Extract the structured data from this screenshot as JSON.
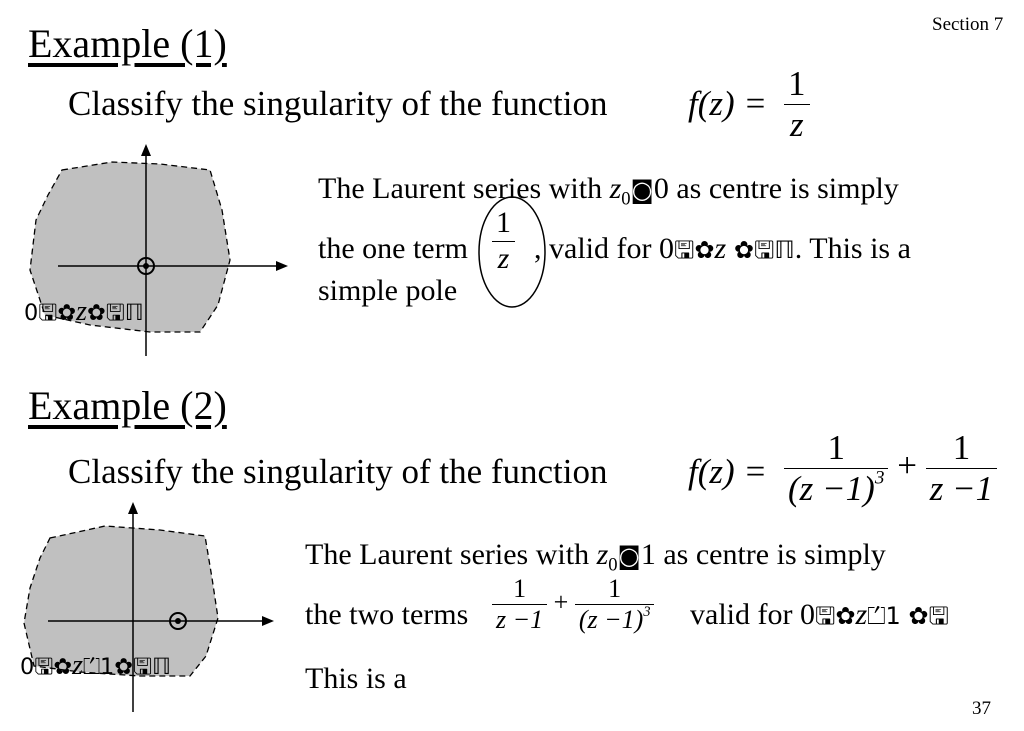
{
  "header": {
    "section": "Section 7"
  },
  "example1": {
    "title": "Example (1)",
    "prompt": "Classify the singularity of the function",
    "func_lhs": "f(z) =",
    "func_num": "1",
    "func_den": "z",
    "line1_a": "The Laurent series with ",
    "z0": "z",
    "z0_sub": "0",
    "glyph_eq": "◙",
    "line1_b": "0 as centre is simply",
    "line2_a": "the one term",
    "term_num": "1",
    "term_den": "z",
    "line2_b": ", valid for 0",
    "line2_glyphs": "🖫✿",
    "line2_z": "z",
    "line2_glyphs2": " ✿🖫ℿ",
    "line2_c": ".  This is a",
    "line3": "simple pole",
    "region_label_a": "0🖫✿",
    "region_label_z": "z",
    "region_label_b": "✿🖫ℿ"
  },
  "example2": {
    "title": "Example (2)",
    "prompt": "Classify the singularity of the function",
    "func_lhs": "f(z) =",
    "func_num1": "1",
    "func_den1": "(z −1)",
    "func_den1_exp": "3",
    "plus": "+",
    "func_num2": "1",
    "func_den2": "z −1",
    "line1_a": "The Laurent series with ",
    "z0": "z",
    "z0_sub": "0",
    "glyph_eq": "◙",
    "line1_b": "1 as centre is simply",
    "line2_a": "the two terms",
    "term1_num": "1",
    "term1_den": "z −1",
    "term2_num": "1",
    "term2_den": "(z −1)",
    "term2_exp": "3",
    "line2_b": "valid for 0",
    "line2_glyphs": "🖫✿",
    "line2_z": "z",
    "line2_glyphs2": "⏍1 ✿🖫",
    "line3": "This is a",
    "region_label_a": "0🖫✿",
    "region_label_z": "z",
    "region_label_b": "⏍1✿🖫ℿ"
  },
  "footer": {
    "page_number": "37"
  }
}
